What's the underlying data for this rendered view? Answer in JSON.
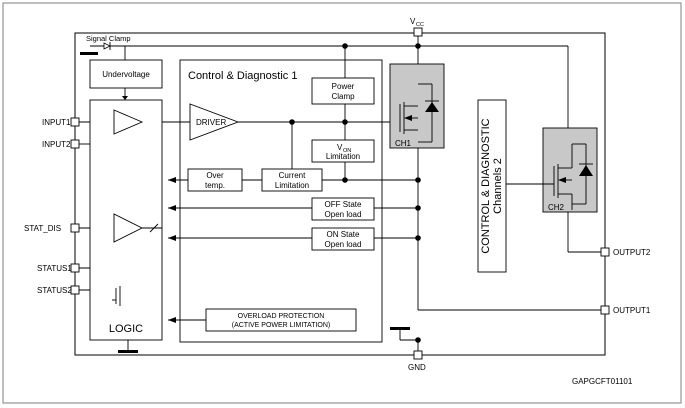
{
  "pins": {
    "vcc_main": "V",
    "vcc_sub": "CC",
    "gnd": "GND",
    "input1": "INPUT1",
    "input2": "INPUT2",
    "stat_dis": "STAT_DIS",
    "status1": "STATUS1",
    "status2": "STATUS2",
    "output1": "OUTPUT1",
    "output2": "OUTPUT2"
  },
  "blocks": {
    "signal_clamp": "Signal Clamp",
    "undervoltage": "Undervoltage",
    "control_diag1": "Control & Diagnostic 1",
    "power_clamp_line1": "Power",
    "power_clamp_line2": "Clamp",
    "von_main": "V",
    "von_sub": "ON",
    "von_line2": "Limitation",
    "driver": "DRIVER",
    "ch1": "CH1",
    "ch2": "CH2",
    "over_temp_line1": "Over",
    "over_temp_line2": "temp.",
    "current_lim_line1": "Current",
    "current_lim_line2": "Limitation",
    "off_state_line1": "OFF State",
    "off_state_line2": "Open load",
    "on_state_line1": "ON State",
    "on_state_line2": "Open load",
    "overload_line1": "OVERLOAD PROTECTION",
    "overload_line2": "(ACTIVE POWER LIMITATION)",
    "logic": "LOGIC",
    "control_diag2_line1": "CONTROL & DIAGNOSTIC",
    "control_diag2_line2": "Channels 2"
  },
  "figure_id": "GAPGCFT01101",
  "colors": {
    "line": "#000000",
    "mosfet_fill": "#c8c8c8",
    "frame": "#7f7f7f"
  }
}
